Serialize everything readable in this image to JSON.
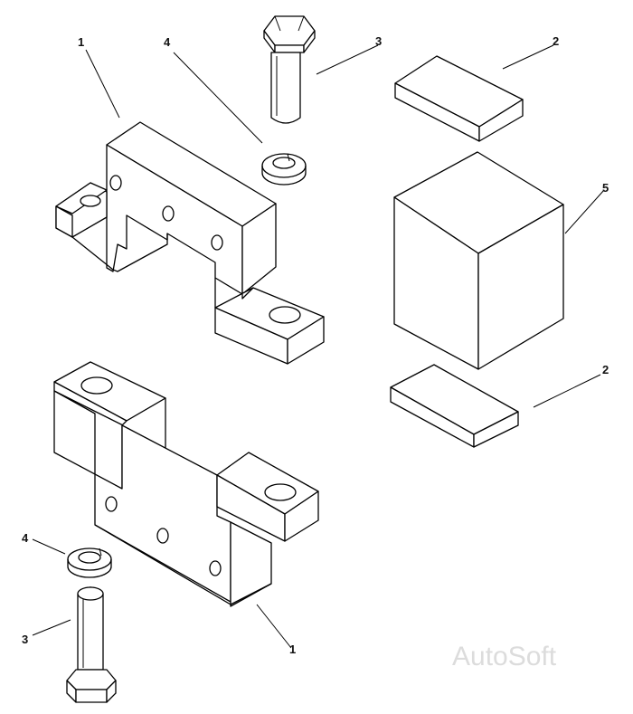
{
  "callouts": {
    "bracket_top": "1",
    "washer_top": "4",
    "bolt_top": "3",
    "pad_top": "2",
    "block": "5",
    "pad_bottom": "2",
    "washer_bottom": "4",
    "bolt_bottom": "3",
    "bracket_bottom": "1"
  },
  "watermark": "AutoSoft"
}
